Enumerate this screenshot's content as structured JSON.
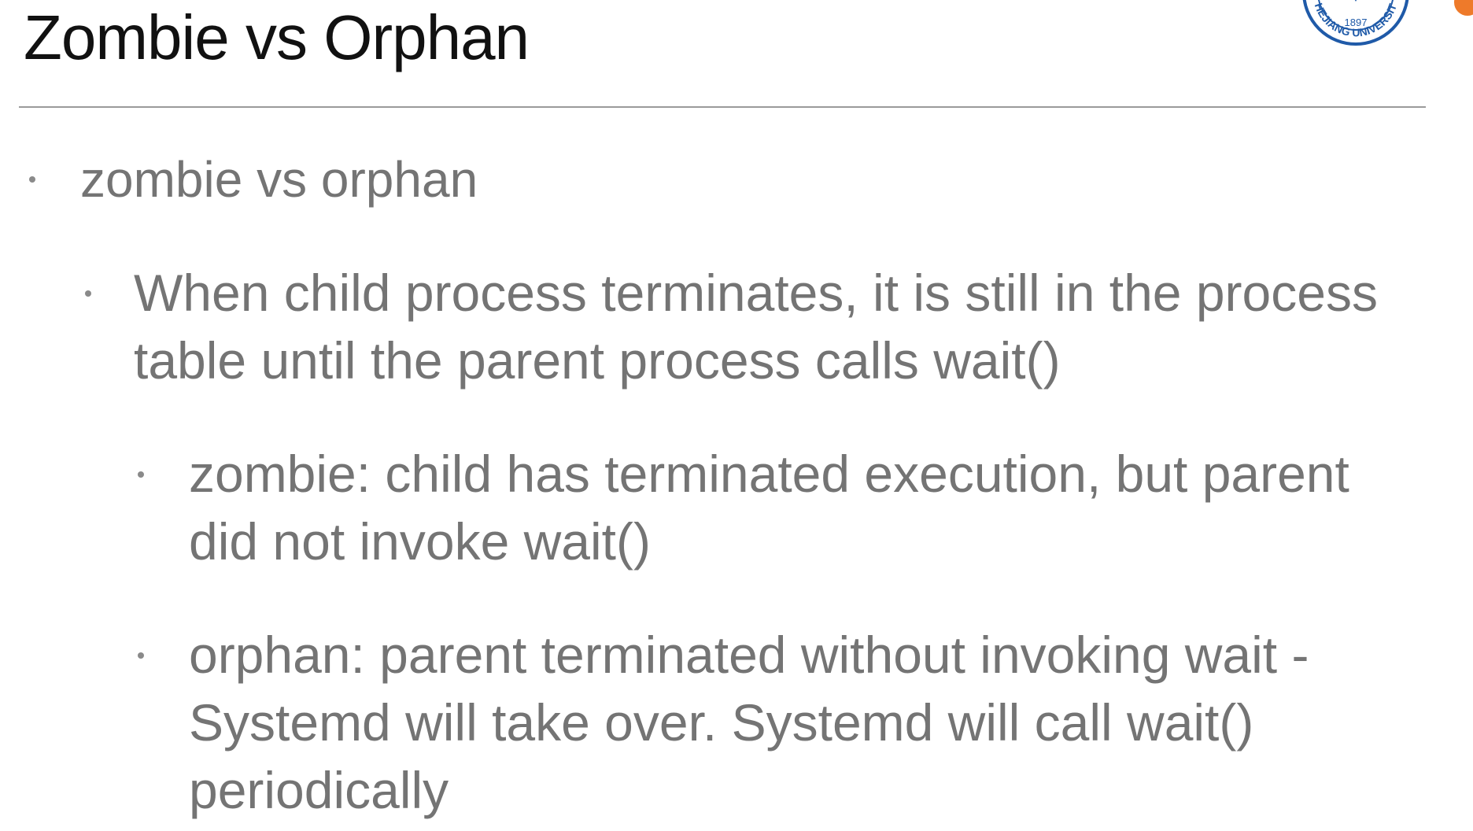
{
  "slide": {
    "title": "Zombie vs Orphan",
    "bullets": [
      {
        "level": 1,
        "lines": [
          "zombie vs orphan"
        ]
      },
      {
        "level": 2,
        "lines": [
          "When child process terminates, it is still in the process",
          "table until the parent process calls wait()"
        ]
      },
      {
        "level": 3,
        "lines": [
          "zombie: child has terminated execution, but parent",
          "did not invoke wait()"
        ]
      },
      {
        "level": 3,
        "lines": [
          "orphan: parent terminated without invoking wait -",
          "Systemd will take over. Systemd will call wait()",
          "periodically"
        ]
      }
    ]
  },
  "logo": {
    "name": "zhejiang-university-seal",
    "text_top": "1897",
    "text_arc": "ZHEJIANG UNIVERSITY",
    "color": "#1f5aa8"
  },
  "colors": {
    "title": "#111111",
    "body": "#747474",
    "divider": "#9a9a9a",
    "accent": "#ee7a2a"
  }
}
